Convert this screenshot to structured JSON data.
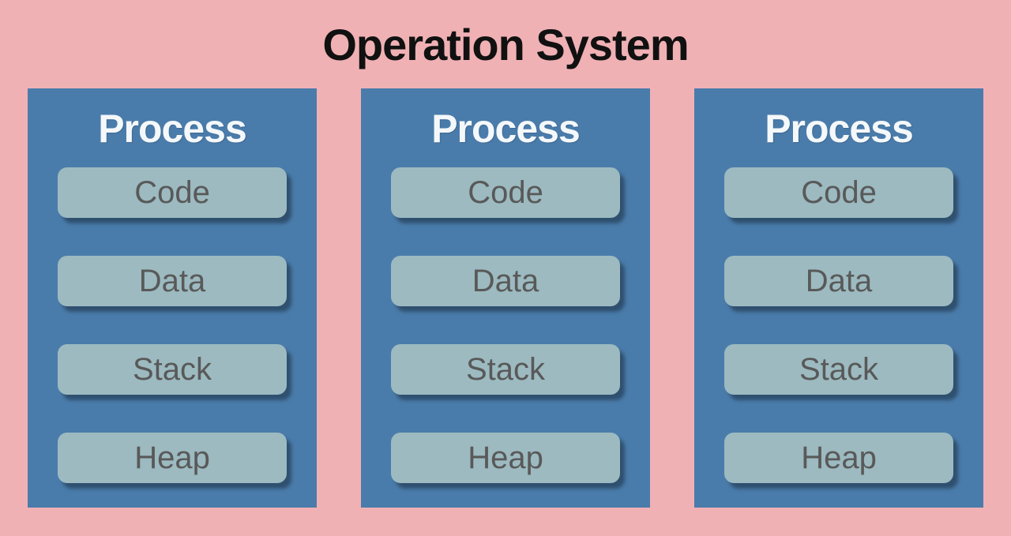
{
  "title": "Operation System",
  "colors": {
    "background": "#f0b1b4",
    "process_box": "#4a7cab",
    "segment_fill": "#9cbac0",
    "segment_text": "#595959",
    "process_title_text": "#f4f8fa",
    "title_text": "#111111"
  },
  "processes": [
    {
      "title": "Process",
      "segments": [
        "Code",
        "Data",
        "Stack",
        "Heap"
      ]
    },
    {
      "title": "Process",
      "segments": [
        "Code",
        "Data",
        "Stack",
        "Heap"
      ]
    },
    {
      "title": "Process",
      "segments": [
        "Code",
        "Data",
        "Stack",
        "Heap"
      ]
    }
  ]
}
